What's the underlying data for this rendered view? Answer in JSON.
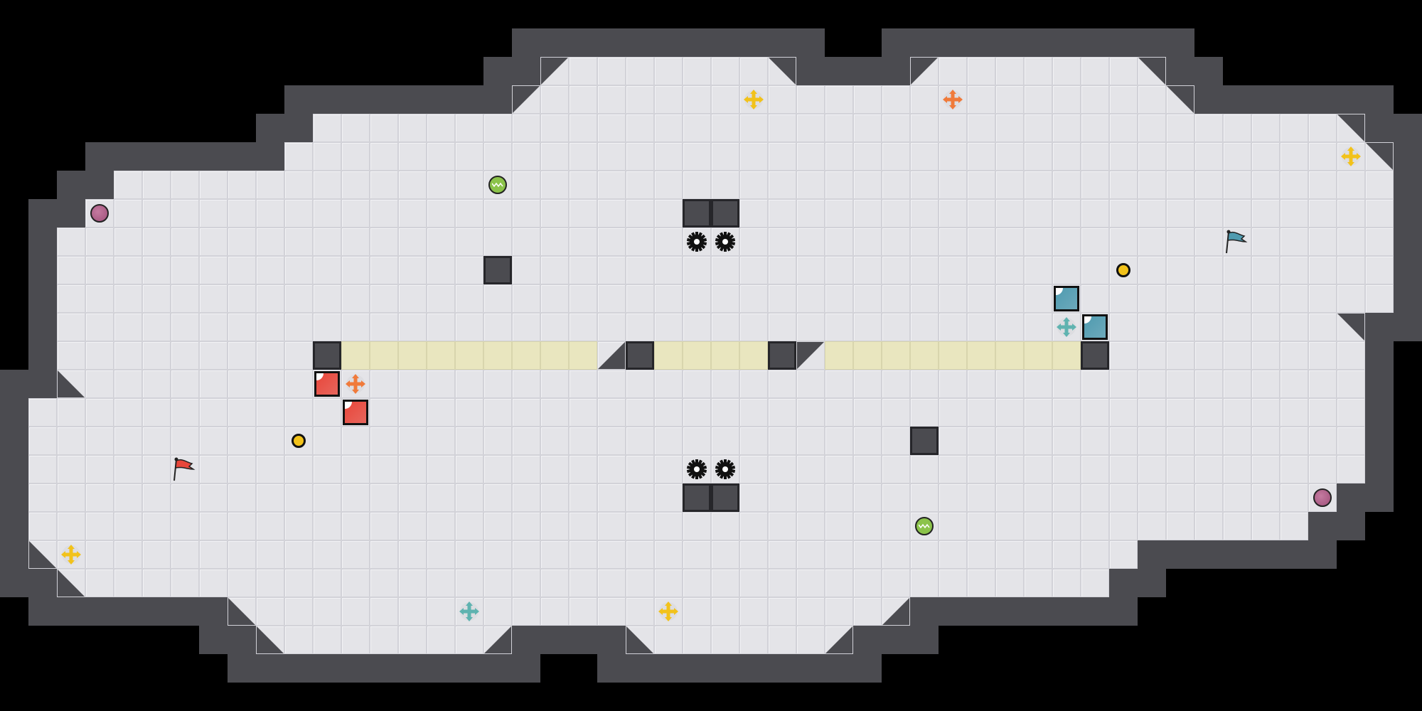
{
  "game": {
    "mode": "capture-the-flag",
    "teams": [
      "red",
      "blue"
    ],
    "colors": {
      "floor": "#e4e4e8",
      "wall": "#4b4b50",
      "gate_neutral": "#e9e6bf",
      "red": "#e8463a",
      "blue": "#4f9bb0",
      "boost_yellow": "#f2c21a",
      "boost_orange": "#f07a3a",
      "boost_teal": "#5fb3b0",
      "bomb": "#a0507a",
      "powerup": "#8bc34a",
      "coin": "#f2c21a",
      "spike": "#111111"
    },
    "entity_types": [
      "red-flag",
      "blue-flag",
      "red-gate-box",
      "blue-gate-box",
      "boost",
      "bomb",
      "powerup",
      "spike",
      "coin"
    ]
  }
}
